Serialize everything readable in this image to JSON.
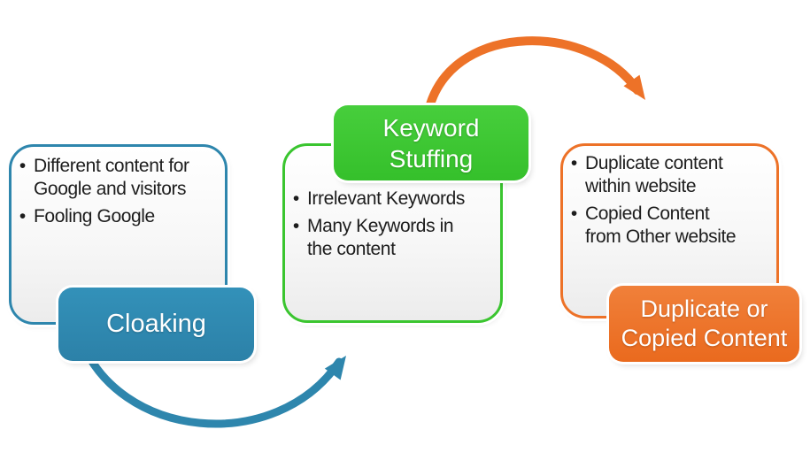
{
  "page": {
    "background_color": "#ffffff"
  },
  "colors": {
    "cloaking_blue": "#2E86AD",
    "keyword_green": "#3AC52F",
    "duplicate_orange": "#ED7228",
    "bullet_text": "#1d1d1d",
    "label_text": "#ffffff"
  },
  "diagram": {
    "bullet_char": "•",
    "panels": [
      {
        "name": "cloaking",
        "label": "Cloaking",
        "bullets": [
          "Different content for\nGoogle and visitors",
          "Fooling Google"
        ]
      },
      {
        "name": "keyword-stuffing",
        "label": "Keyword\nStuffing",
        "bullets": [
          "Irrelevant Keywords",
          "Many Keywords in\nthe content"
        ]
      },
      {
        "name": "duplicate-copied-content",
        "label": "Duplicate or\nCopied Content",
        "bullets": [
          "Duplicate content\nwithin website",
          "Copied Content\nfrom Other website"
        ]
      }
    ],
    "connectors": [
      {
        "from": "cloaking",
        "to": "keyword-stuffing",
        "color": "#2E86AD"
      },
      {
        "from": "keyword-stuffing",
        "to": "duplicate-copied-content",
        "color": "#ED7228"
      }
    ]
  }
}
